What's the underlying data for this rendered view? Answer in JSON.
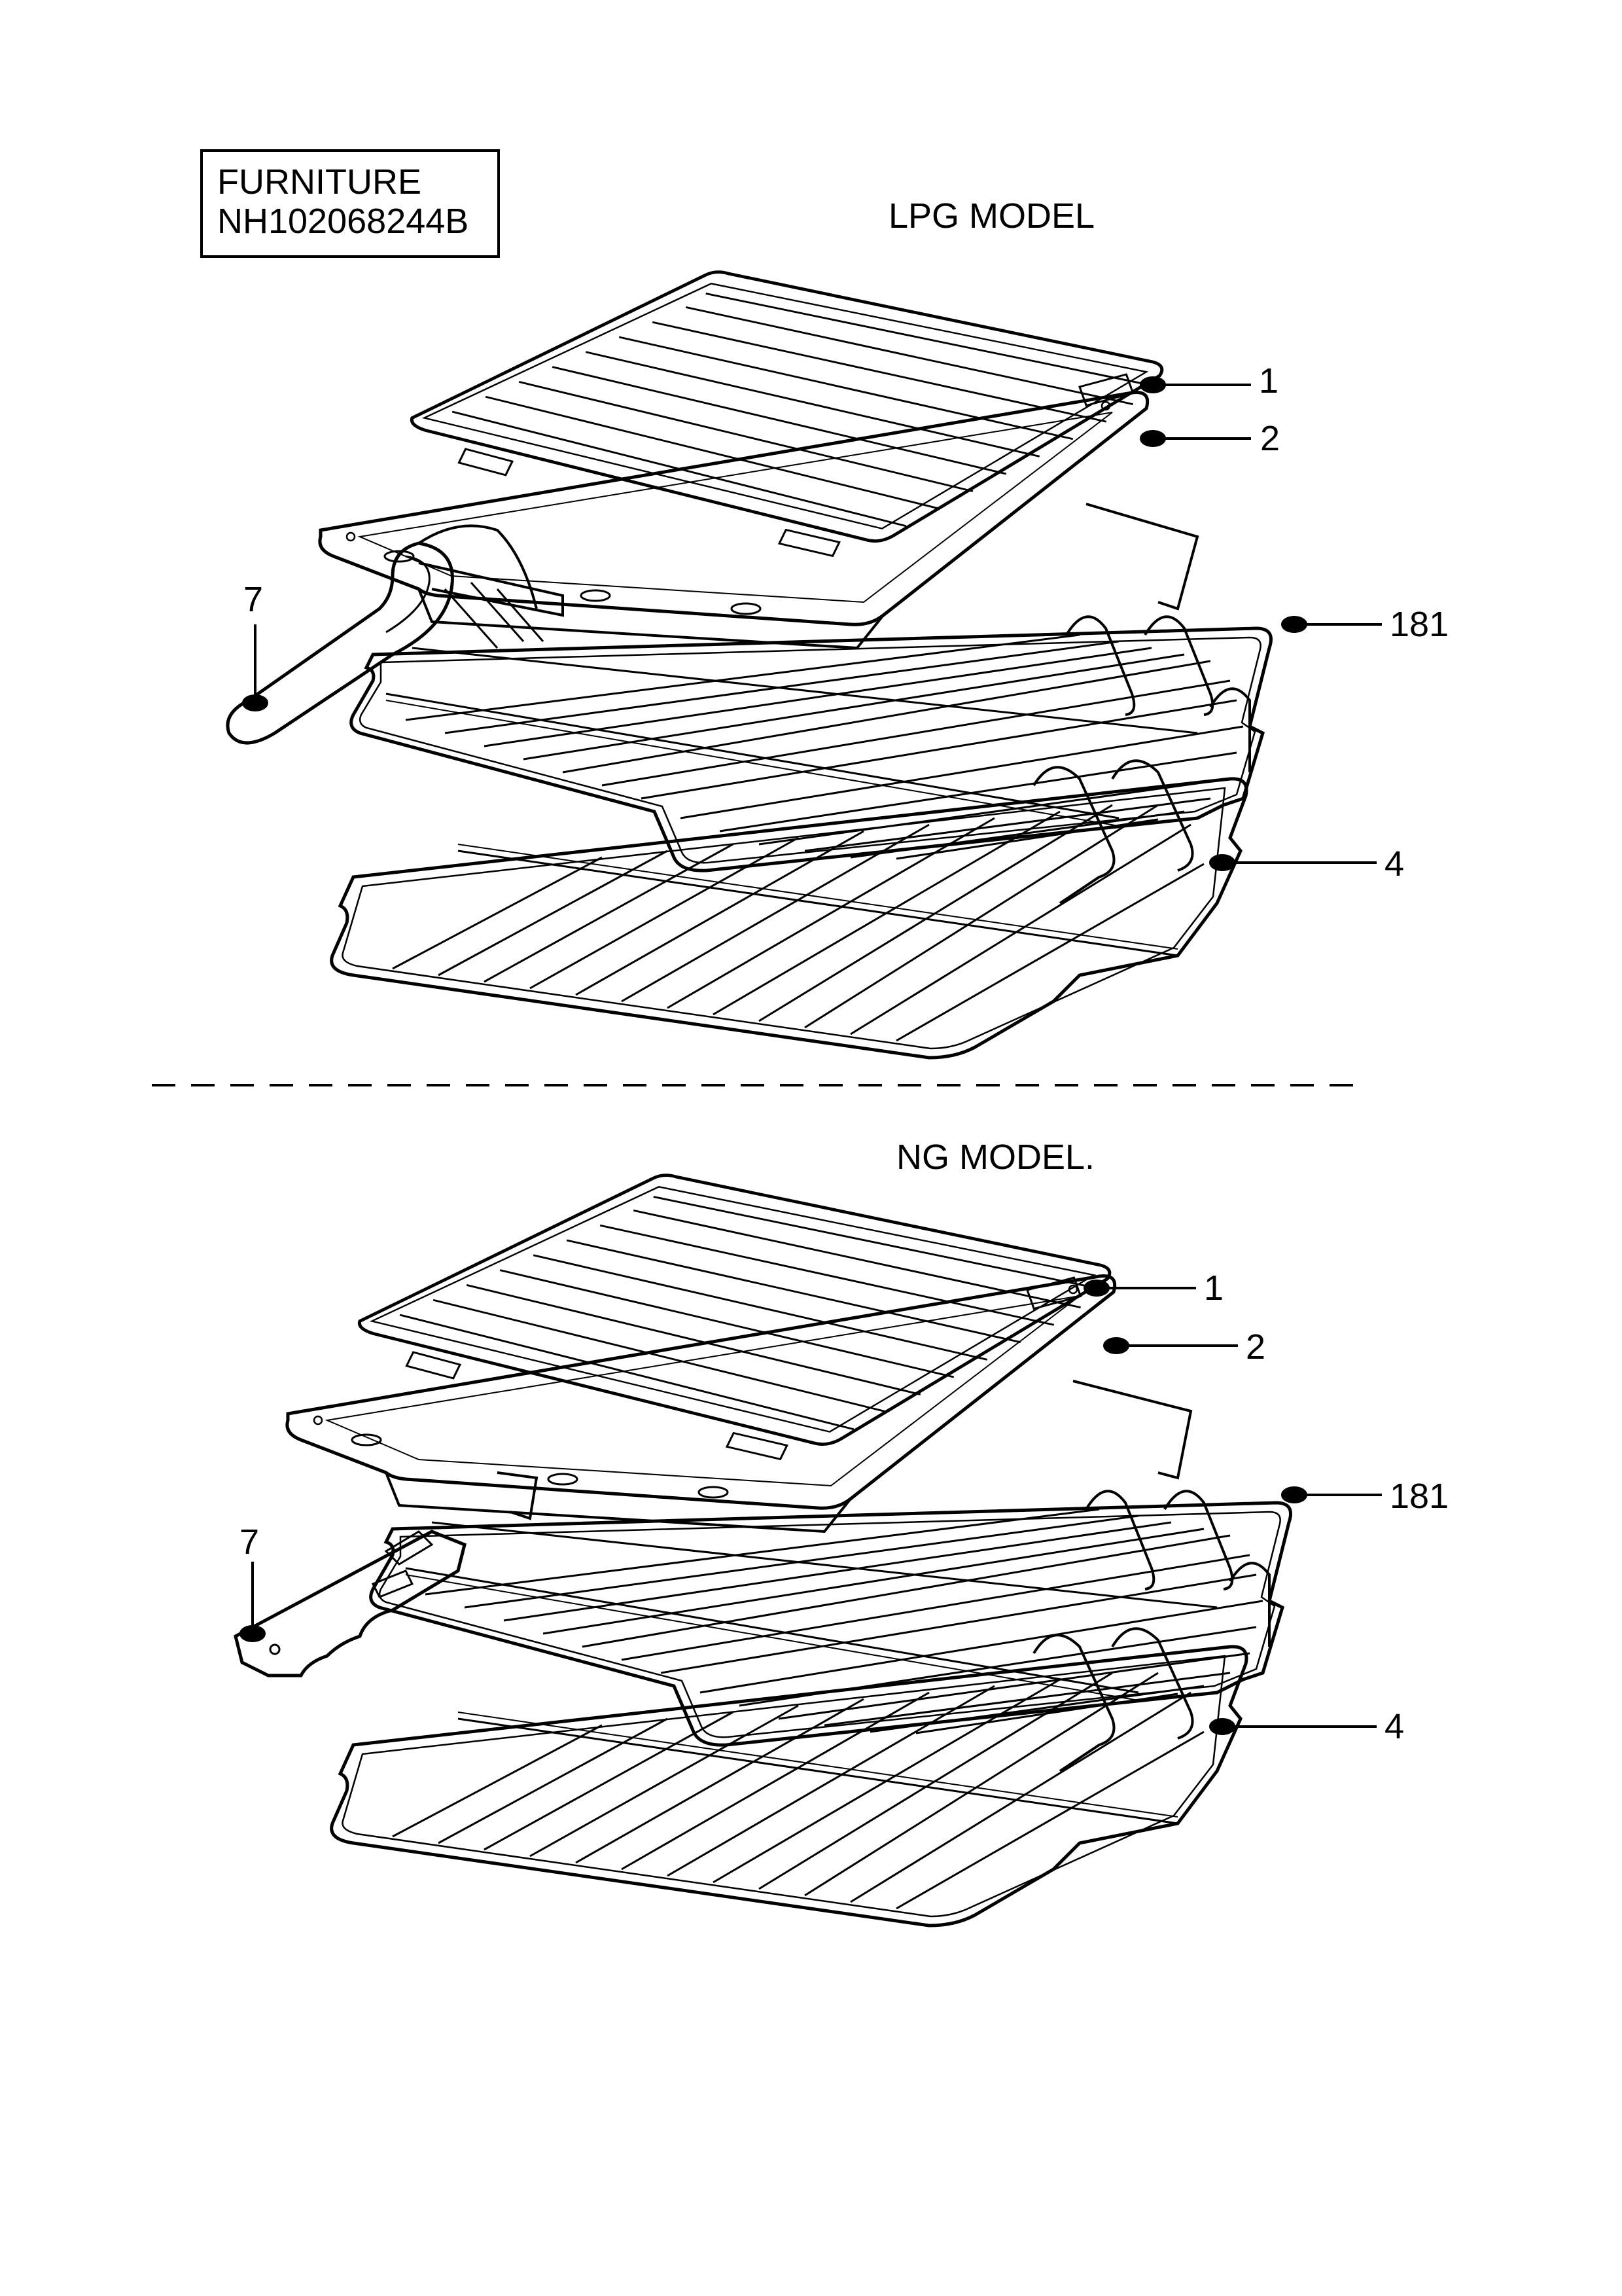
{
  "header": {
    "section_title": "FURNITURE",
    "part_code": "NH102068244B"
  },
  "models": [
    {
      "name": "LPG MODEL",
      "callouts": [
        "1",
        "2",
        "181",
        "7",
        "4"
      ]
    },
    {
      "name": "NG MODEL.",
      "callouts": [
        "1",
        "2",
        "181",
        "7",
        "4"
      ]
    }
  ]
}
